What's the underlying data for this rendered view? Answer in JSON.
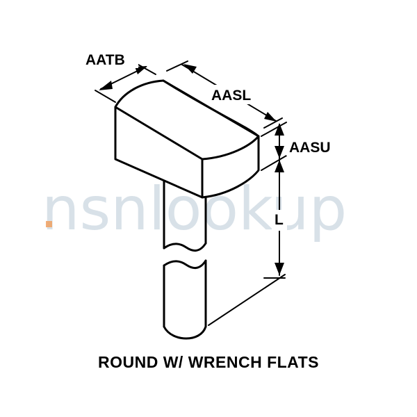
{
  "diagram": {
    "labels": {
      "width_across_flats": "AATB",
      "head_length": "AASL",
      "head_height": "AASU",
      "shank_length": "L"
    },
    "caption": "ROUND W/ WRENCH FLATS"
  },
  "watermark": {
    "text": "nsnlookup"
  },
  "colors": {
    "line": "#000000",
    "background": "#ffffff",
    "watermark": "#b9c9d6",
    "watermark_dot": "#f0a060"
  }
}
